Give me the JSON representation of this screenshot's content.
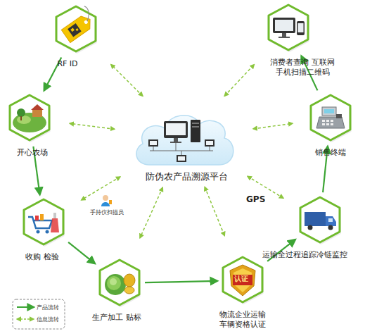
{
  "diagram": {
    "nodes": [
      {
        "text": [
          "RF ID"
        ]
      },
      {
        "text": [
          "开心农场"
        ]
      },
      {
        "text": [
          "收购 检验"
        ]
      },
      {
        "text": [
          "生产加工 贴标"
        ]
      },
      {
        "text": [
          "物流企业运输 车辆资格认证"
        ]
      },
      {
        "text": [
          "运输全过程追踪冷链监控"
        ]
      },
      {
        "text": [
          "销售终端"
        ]
      },
      {
        "text": [
          "消费者查询 互联网 手机扫描二维码"
        ]
      },
      {
        "text": [
          "防伪农产品溯源平台"
        ]
      }
    ],
    "edges": [
      {
        "from": 0,
        "to": 1,
        "arrow": "to"
      },
      {
        "from": 1,
        "to": 2,
        "arrow": "to"
      },
      {
        "from": 2,
        "to": 3,
        "arrow": "to"
      },
      {
        "from": 3,
        "to": 4,
        "arrow": "to"
      },
      {
        "from": 4,
        "to": 5,
        "arrow": "to"
      },
      {
        "from": 5,
        "to": 6,
        "arrow": "to"
      },
      {
        "from": 6,
        "to": 7,
        "arrow": "to"
      },
      {
        "from": 8,
        "to": 0,
        "arrow": "both"
      },
      {
        "from": 8,
        "to": 1,
        "arrow": "both"
      },
      {
        "from": 8,
        "to": 2,
        "arrow": "both"
      },
      {
        "from": 8,
        "to": 3,
        "arrow": "both"
      },
      {
        "from": 8,
        "to": 4,
        "arrow": "both"
      },
      {
        "from": 8,
        "to": 5,
        "arrow": "both"
      },
      {
        "from": 8,
        "to": 6,
        "arrow": "both"
      },
      {
        "from": 8,
        "to": 7,
        "arrow": "both"
      }
    ],
    "labels": [
      "手持仪扫描员",
      "GPS",
      "认证"
    ],
    "legend": [
      {
        "text": "产品流转"
      },
      {
        "text": "信息流转"
      }
    ]
  }
}
